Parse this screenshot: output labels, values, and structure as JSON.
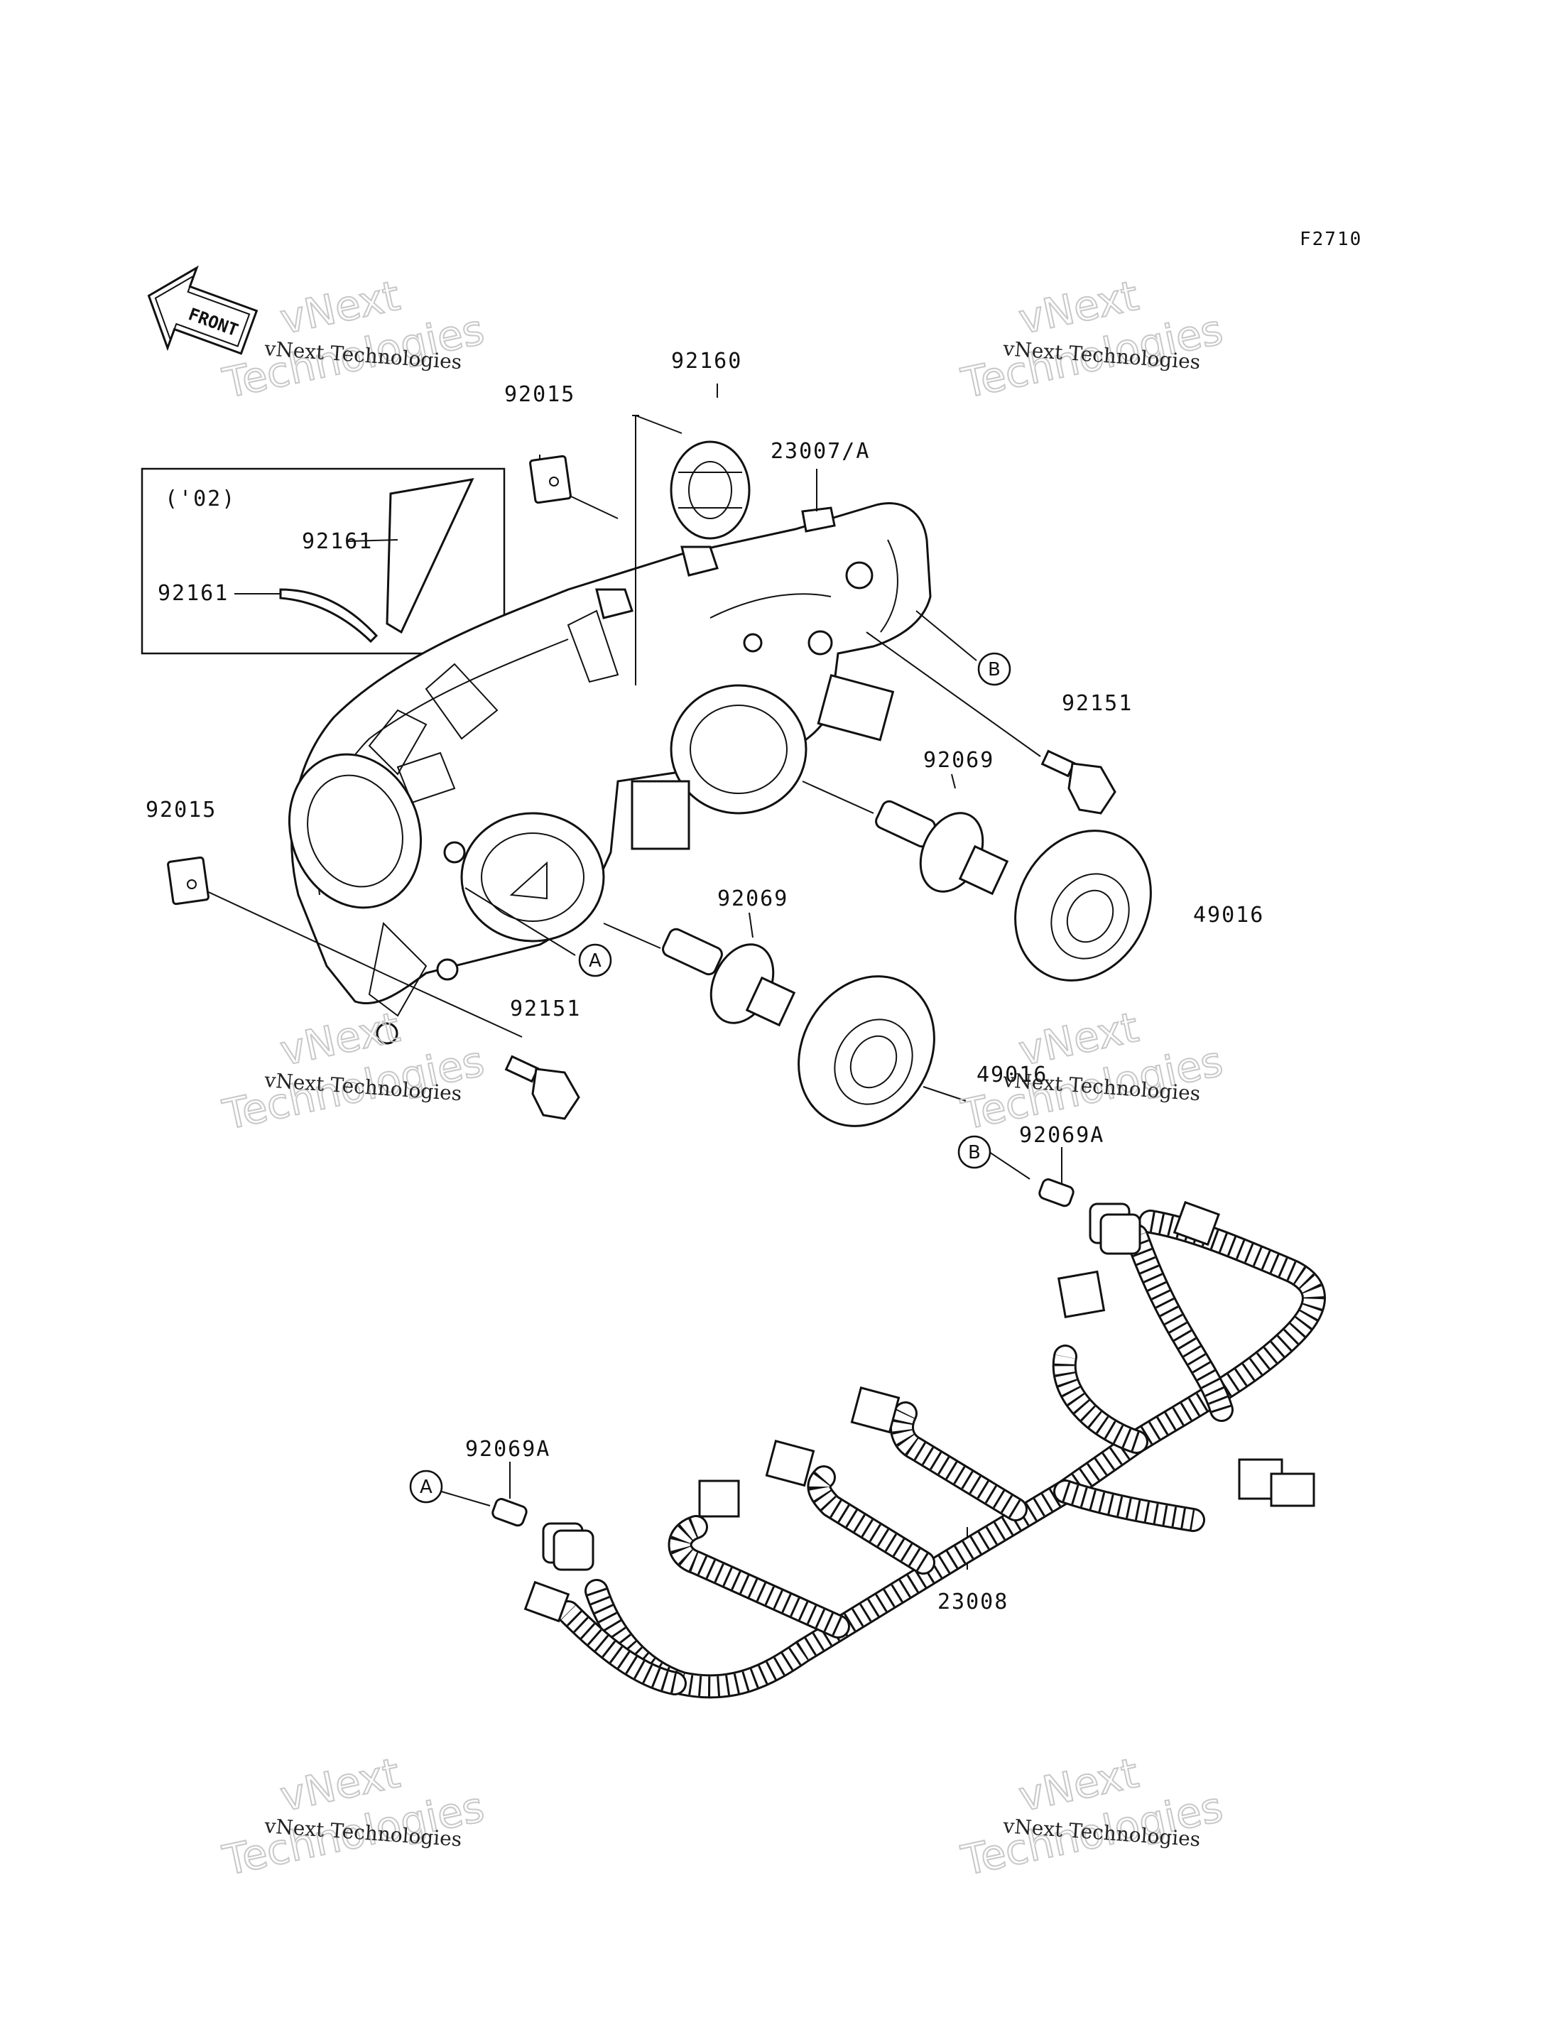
{
  "figure_code": "F2710",
  "front_arrow_label": "FRONT",
  "inset_label": "('02)",
  "watermark": {
    "small": "vNext Technologies",
    "big_line1": "vNext",
    "big_line2": "Technologies"
  },
  "ref_marks": {
    "a": "A",
    "b": "B"
  },
  "parts": {
    "p92015_top": "92015",
    "p92160": "92160",
    "p23007a": "23007/A",
    "p92161_a": "92161",
    "p92161_b": "92161",
    "p92151_right": "92151",
    "p92069_right": "92069",
    "p92015_left": "92015",
    "p49016_right": "49016",
    "p92069_center": "92069",
    "p92151_left": "92151",
    "p49016_center": "49016",
    "p92069a_b": "92069A",
    "p92069a_a": "92069A",
    "p23008": "23008"
  }
}
